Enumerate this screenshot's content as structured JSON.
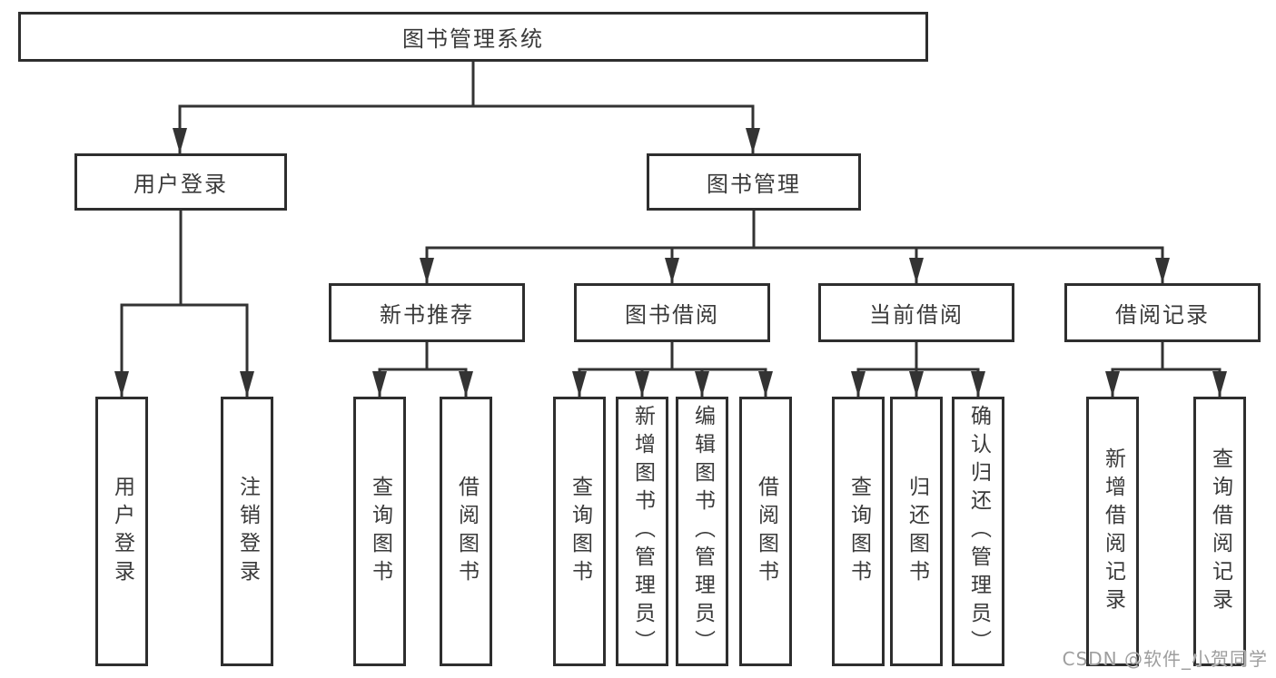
{
  "diagram": {
    "type": "hierarchy-tree",
    "colors": {
      "line": "#333333",
      "box_border": "#2e2e2e",
      "box_fill": "#ffffff",
      "text": "#3a3a3a",
      "watermark_text": "#9e9e9e"
    },
    "tree": {
      "label": "图书管理系统",
      "children": [
        {
          "label": "用户登录",
          "children": [
            {
              "label": "用户登录"
            },
            {
              "label": "注销登录"
            }
          ]
        },
        {
          "label": "图书管理",
          "children": [
            {
              "label": "新书推荐",
              "children": [
                {
                  "label": "查询图书"
                },
                {
                  "label": "借阅图书"
                }
              ]
            },
            {
              "label": "图书借阅",
              "children": [
                {
                  "label": "查询图书"
                },
                {
                  "label": "新增图书（管理员）"
                },
                {
                  "label": "编辑图书（管理员）"
                },
                {
                  "label": "借阅图书"
                }
              ]
            },
            {
              "label": "当前借阅",
              "children": [
                {
                  "label": "查询图书"
                },
                {
                  "label": "归还图书"
                },
                {
                  "label": "确认归还（管理员）"
                }
              ]
            },
            {
              "label": "借阅记录",
              "children": [
                {
                  "label": "新增借阅记录"
                },
                {
                  "label": "查询借阅记录"
                }
              ]
            }
          ]
        }
      ]
    },
    "watermark": "CSDN @软件_小贺同学"
  }
}
